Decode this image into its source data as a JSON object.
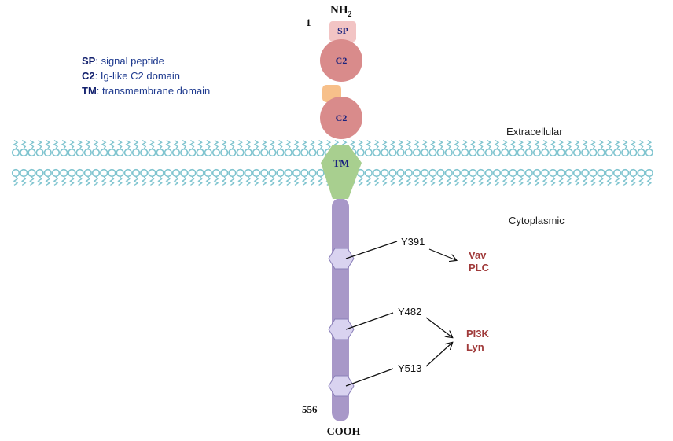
{
  "terminals": {
    "n_label": "NH",
    "n_sub": "2",
    "n_pos": "1",
    "c_label": "COOH",
    "c_pos": "556"
  },
  "domains": {
    "sp": "SP",
    "c2_top": "C2",
    "c2_bottom": "C2",
    "tm": "TM"
  },
  "legend": [
    {
      "abbr": "SP",
      "text": ": signal peptide"
    },
    {
      "abbr": "C2",
      "text": ": Ig-like C2 domain"
    },
    {
      "abbr": "TM",
      "text": ": transmembrane domain"
    }
  ],
  "regions": {
    "extracellular": "Extracellular",
    "cytoplasmic": "Cytoplasmic"
  },
  "sites": [
    {
      "label": "Y391"
    },
    {
      "label": "Y482"
    },
    {
      "label": "Y513"
    }
  ],
  "partners": {
    "group1": [
      "Vav",
      "PLC"
    ],
    "group2": [
      "PI3K",
      "Lyn"
    ]
  },
  "colors": {
    "membrane": "#7fc4cf",
    "sp": "#f2c4c4",
    "c2": "#d98b8b",
    "linker": "#f7c08a",
    "tm": "#a8cf8f",
    "tail": "#a898c8",
    "hexagon": "#d9d3f0",
    "domain_text": "#1a237e",
    "partner_text": "#a03a3a",
    "legend_text": "#1f3b8f"
  }
}
